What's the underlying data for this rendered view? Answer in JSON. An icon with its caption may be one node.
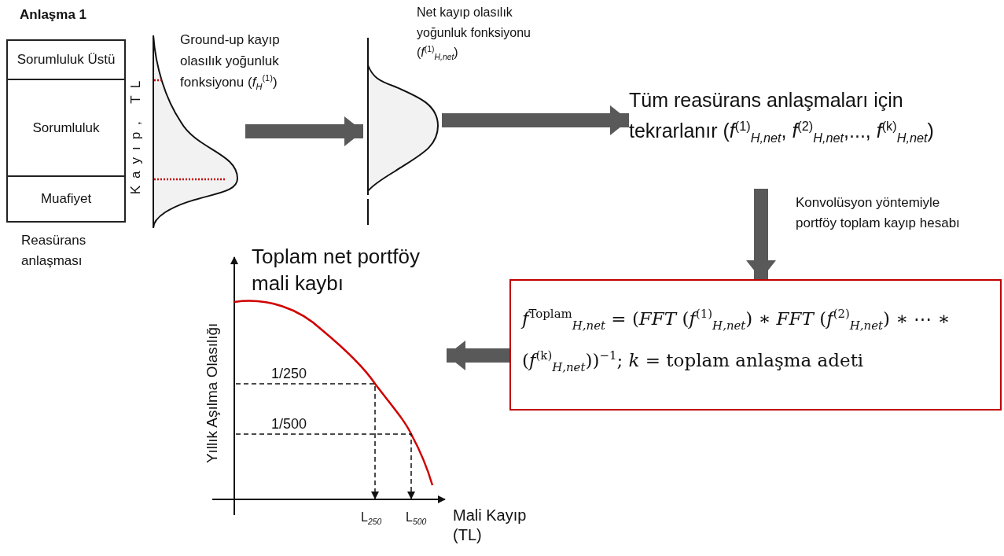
{
  "diagram": {
    "nodes": [
      {
        "text": [
          "Anlaşma 1"
        ],
        "beside": [
          "Reasürans anlaşması"
        ]
      },
      {
        "text": [
          "Sorumluluk Üstü"
        ],
        "in": 0
      },
      {
        "text": [
          "Sorumluluk"
        ],
        "in": 0
      },
      {
        "text": [
          "Muafiyet"
        ],
        "in": 0
      },
      {
        "text": [
          "Ground-up kayıp olasılık yoğunluk fonksiyonu (*f*$_{H}$$^{(1)}$)"
        ]
      },
      {
        "text": [
          "Net kayıp olasılık yoğunluk fonksiyonu (*f*$^{(1)}$$_{H,net}$)"
        ]
      },
      {
        "text": [
          "Tüm reasürans anlaşmaları için tekrarlanır (*f*$^{(1)}$$_{H,net}$, *f*$^{(2)}$$_{H,net}$,..., *f*$^{(k)}$$_{H,net}$)"
        ]
      },
      {
        "text": [
          "*f*$^{Toplam}$$_{H,net}$ = (*FFT* (*f*$^{(1)}$$_{H,net}$) ∗ *FFT* (*f*$^{(2)}$$_{H,net}$) ∗ ⋯ ∗ (*f*$^{(k)}$$_{H,net}$))$^{−1}$; *k* = toplam anlaşma adeti"
        ]
      },
      {
        "text": [
          "Toplam net portföy mali kaybı"
        ]
      }
    ],
    "edges": [
      {
        "from": 4,
        "to": 5,
        "arrow": "to"
      },
      {
        "from": 5,
        "to": 6,
        "arrow": "to"
      },
      {
        "from": 6,
        "to": 7,
        "arrow": "to",
        "label": "Konvolüsyon yöntemiyle portföy toplam kayıp hesabı"
      },
      {
        "from": 7,
        "to": 8,
        "arrow": "to"
      }
    ],
    "labels": [
      "Kayıp, TL",
      "Yıllık Aşılma Olasılığı",
      "1/250",
      "1/500",
      "L$_{250}$",
      "L$_{500}$",
      "Mali Kayıp (TL)"
    ]
  }
}
